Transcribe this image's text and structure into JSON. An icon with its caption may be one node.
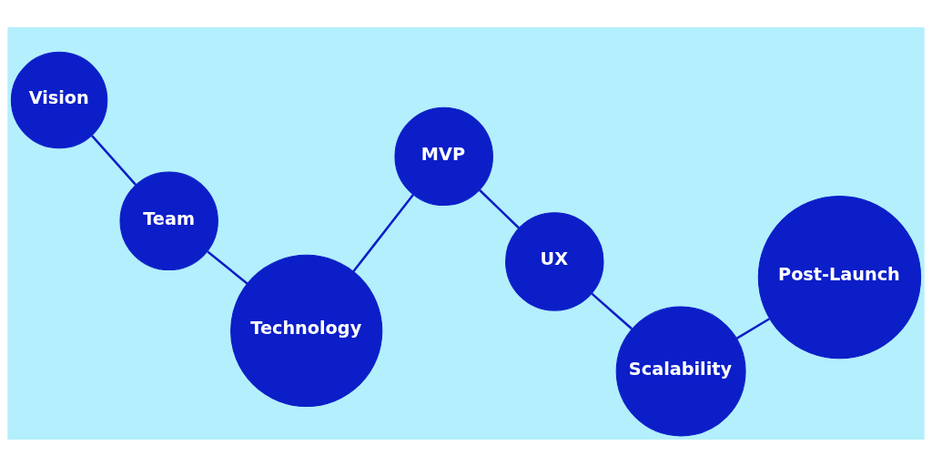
{
  "diagram": {
    "nodes": [
      {
        "text": [
          "Vision"
        ]
      },
      {
        "text": [
          "Team"
        ]
      },
      {
        "text": [
          "Technology"
        ]
      },
      {
        "text": [
          "MVP"
        ]
      },
      {
        "text": [
          "UX"
        ]
      },
      {
        "text": [
          "Scalability"
        ]
      },
      {
        "text": [
          "Post-Launch"
        ]
      }
    ],
    "edges": [
      {
        "from": 0,
        "to": 1,
        "arrow": "none"
      },
      {
        "from": 1,
        "to": 2,
        "arrow": "none"
      },
      {
        "from": 2,
        "to": 3,
        "arrow": "none"
      },
      {
        "from": 3,
        "to": 4,
        "arrow": "none"
      },
      {
        "from": 4,
        "to": 5,
        "arrow": "none"
      },
      {
        "from": 5,
        "to": 6,
        "arrow": "none"
      }
    ]
  }
}
